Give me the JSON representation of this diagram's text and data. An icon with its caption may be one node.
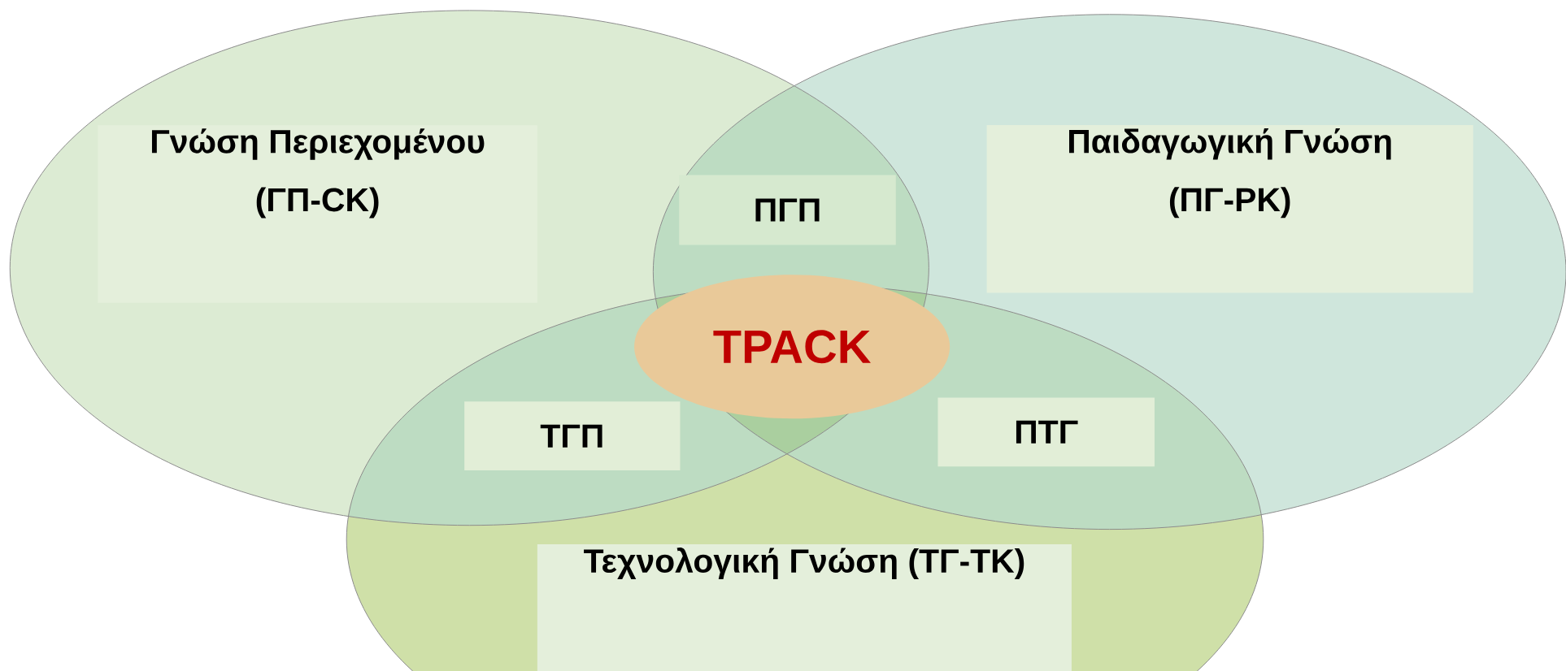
{
  "diagram": {
    "nodes": [
      {
        "text": [],
        "shape": "circle"
      },
      {
        "text": [
          "Γνώση Περιεχομένου (ΓΠ-CK)"
        ],
        "in": 0
      },
      {
        "text": [],
        "shape": "circle"
      },
      {
        "text": [
          "Παιδαγωγική Γνώση (ΠΓ-PK)"
        ],
        "in": 2
      },
      {
        "text": [],
        "shape": "circle"
      },
      {
        "text": [
          "Τεχνολογική Γνώση (ΤΓ-TK)"
        ],
        "in": 4
      },
      {
        "text": [
          "ΠΓΠ"
        ]
      },
      {
        "text": [
          "ΤΓΠ"
        ]
      },
      {
        "text": [
          "ΠΤΓ"
        ]
      },
      {
        "text": [
          "TPACK"
        ]
      }
    ]
  }
}
